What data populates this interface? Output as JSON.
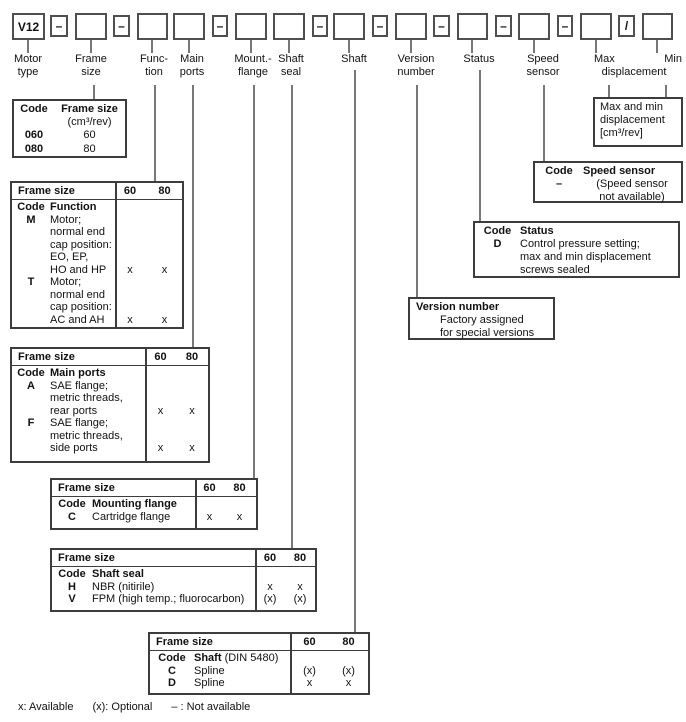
{
  "code_row": {
    "motor_code": "V12",
    "dash": "–",
    "slash": "/"
  },
  "field_labels": {
    "motor": {
      "l1": "Motor",
      "l2": "type"
    },
    "frame": {
      "l1": "Frame",
      "l2": "size"
    },
    "function": {
      "l1": "Func-",
      "l2": "tion"
    },
    "main": {
      "l1": "Main",
      "l2": "ports"
    },
    "mount": {
      "l1": "Mount.-",
      "l2": "flange"
    },
    "seal": {
      "l1": "Shaft",
      "l2": "seal"
    },
    "shaft": {
      "l1": "Shaft",
      "l2": ""
    },
    "version": {
      "l1": "Version",
      "l2": "number"
    },
    "status": {
      "l1": "Status",
      "l2": ""
    },
    "speed": {
      "l1": "Speed",
      "l2": "sensor"
    },
    "max": "Max",
    "min": "Min",
    "displacement": "displacement"
  },
  "frame_table": {
    "code_h": "Code",
    "name_h": "Frame size",
    "unit": "(cm³/rev)",
    "rows": [
      {
        "code": "060",
        "val": "60"
      },
      {
        "code": "080",
        "val": "80"
      }
    ]
  },
  "function_table": {
    "frame_h": "Frame size",
    "c60": "60",
    "c80": "80",
    "code_h": "Code",
    "name_h": "Function",
    "rows": [
      {
        "code": "M",
        "desc": "Motor;\nnormal end\ncap position:\nEO, EP,\nHO and HP",
        "v60": "x",
        "v80": "x"
      },
      {
        "code": "T",
        "desc": "Motor;\nnormal end\ncap position:\nAC and AH",
        "v60": "x",
        "v80": "x"
      }
    ]
  },
  "main_ports_table": {
    "frame_h": "Frame size",
    "c60": "60",
    "c80": "80",
    "code_h": "Code",
    "name_h": "Main ports",
    "rows": [
      {
        "code": "A",
        "desc": "SAE flange;\nmetric threads,\nrear ports",
        "v60": "x",
        "v80": "x"
      },
      {
        "code": "F",
        "desc": "SAE flange;\nmetric threads,\nside ports",
        "v60": "x",
        "v80": "x"
      }
    ]
  },
  "mount_table": {
    "frame_h": "Frame size",
    "c60": "60",
    "c80": "80",
    "code_h": "Code",
    "name_h": "Mounting flange",
    "rows": [
      {
        "code": "C",
        "desc": "Cartridge flange",
        "v60": "x",
        "v80": "x"
      }
    ]
  },
  "seal_table": {
    "frame_h": "Frame size",
    "c60": "60",
    "c80": "80",
    "code_h": "Code",
    "name_h": "Shaft seal",
    "rows": [
      {
        "code": "H",
        "desc": "NBR (nitirile)",
        "v60": "x",
        "v80": "x"
      },
      {
        "code": "V",
        "desc": "FPM (high temp.; fluorocarbon)",
        "v60": "(x)",
        "v80": "(x)"
      }
    ]
  },
  "shaft_table": {
    "frame_h": "Frame size",
    "c60": "60",
    "c80": "80",
    "code_h": "Code",
    "name_h": "Shaft",
    "name_suffix": "(DIN 5480)",
    "rows": [
      {
        "code": "C",
        "desc": "Spline",
        "v60": "(x)",
        "v80": "(x)"
      },
      {
        "code": "D",
        "desc": "Spline",
        "v60": "x",
        "v80": "x"
      }
    ]
  },
  "version_box": {
    "title": "Version number",
    "desc": "Factory assigned\nfor special versions"
  },
  "status_box": {
    "code_h": "Code",
    "name_h": "Status",
    "code": "D",
    "desc": "Control pressure setting;\nmax and min displacement\nscrews sealed"
  },
  "speed_box": {
    "code_h": "Code",
    "name_h": "Speed sensor",
    "code": "–",
    "desc": "(Speed sensor\nnot available)"
  },
  "disp_box": {
    "text": "Max and min\ndisplacement\n[cm³/rev]"
  },
  "legend": {
    "available": "x: Available",
    "optional": "(x): Optional",
    "not_available": "– : Not available"
  }
}
